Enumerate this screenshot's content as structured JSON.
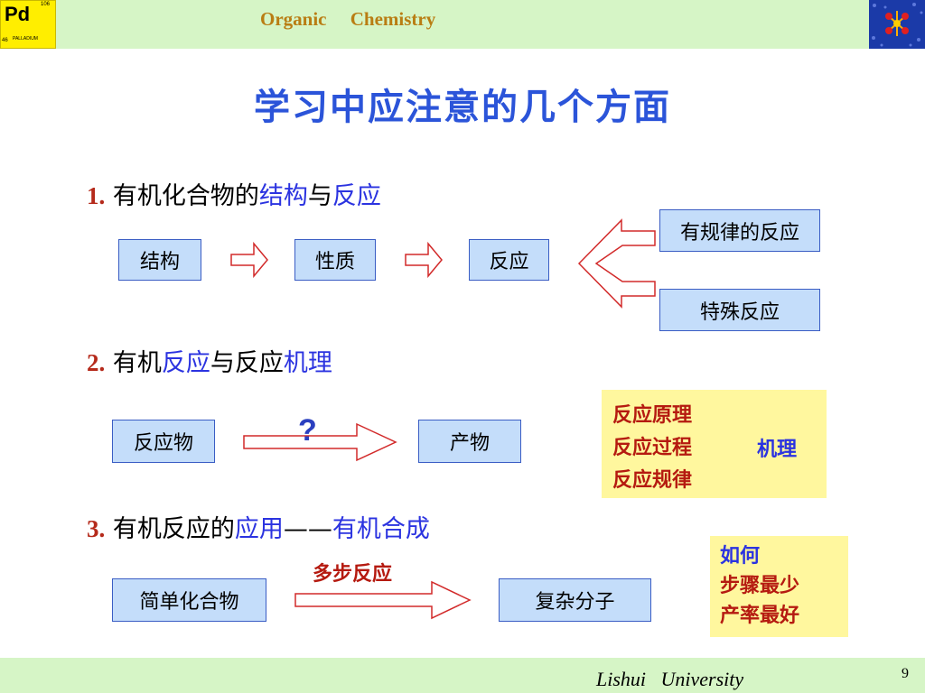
{
  "header": {
    "course_left": "Organic",
    "course_right": "Chemistry"
  },
  "footer": {
    "university": "Lishui   University",
    "page_number": "9"
  },
  "element_tile": {
    "symbol": "Pd",
    "atomic_number": "106",
    "mass": "46",
    "name": "PALLADIUM"
  },
  "title": "学习中应注意的几个方面",
  "section1": {
    "number": "1.",
    "heading_a": "有机化合物的",
    "heading_b": "结构",
    "heading_c": "与",
    "heading_d": "反应",
    "box_structure": "结构",
    "box_property": "性质",
    "box_reaction": "反应",
    "box_regular": "有规律的反应",
    "box_special": "特殊反应"
  },
  "section2": {
    "number": "2.",
    "heading_a": "有机",
    "heading_b": "反应",
    "heading_c": "与反应",
    "heading_d": "机理",
    "box_reactant": "反应物",
    "question_mark": "?",
    "box_product": "产物",
    "mechanism_items": [
      "反应原理",
      "反应过程",
      "反应规律"
    ],
    "mechanism_label": "机理"
  },
  "section3": {
    "number": "3.",
    "heading_a": "有机反应的",
    "heading_b": "应用",
    "heading_c": "——",
    "heading_d": "有机合成",
    "box_simple": "简单化合物",
    "arrow_label": "多步反应",
    "box_complex": "复杂分子",
    "note_line1": "如何",
    "note_line2": "步骤最少",
    "note_line3": "产率最好"
  },
  "colors": {
    "band": "#d6f5c6",
    "box_fill": "#c4ddfa",
    "note_fill": "#fff79e",
    "accent_blue": "#2b33e0",
    "accent_red": "#b51a10"
  }
}
